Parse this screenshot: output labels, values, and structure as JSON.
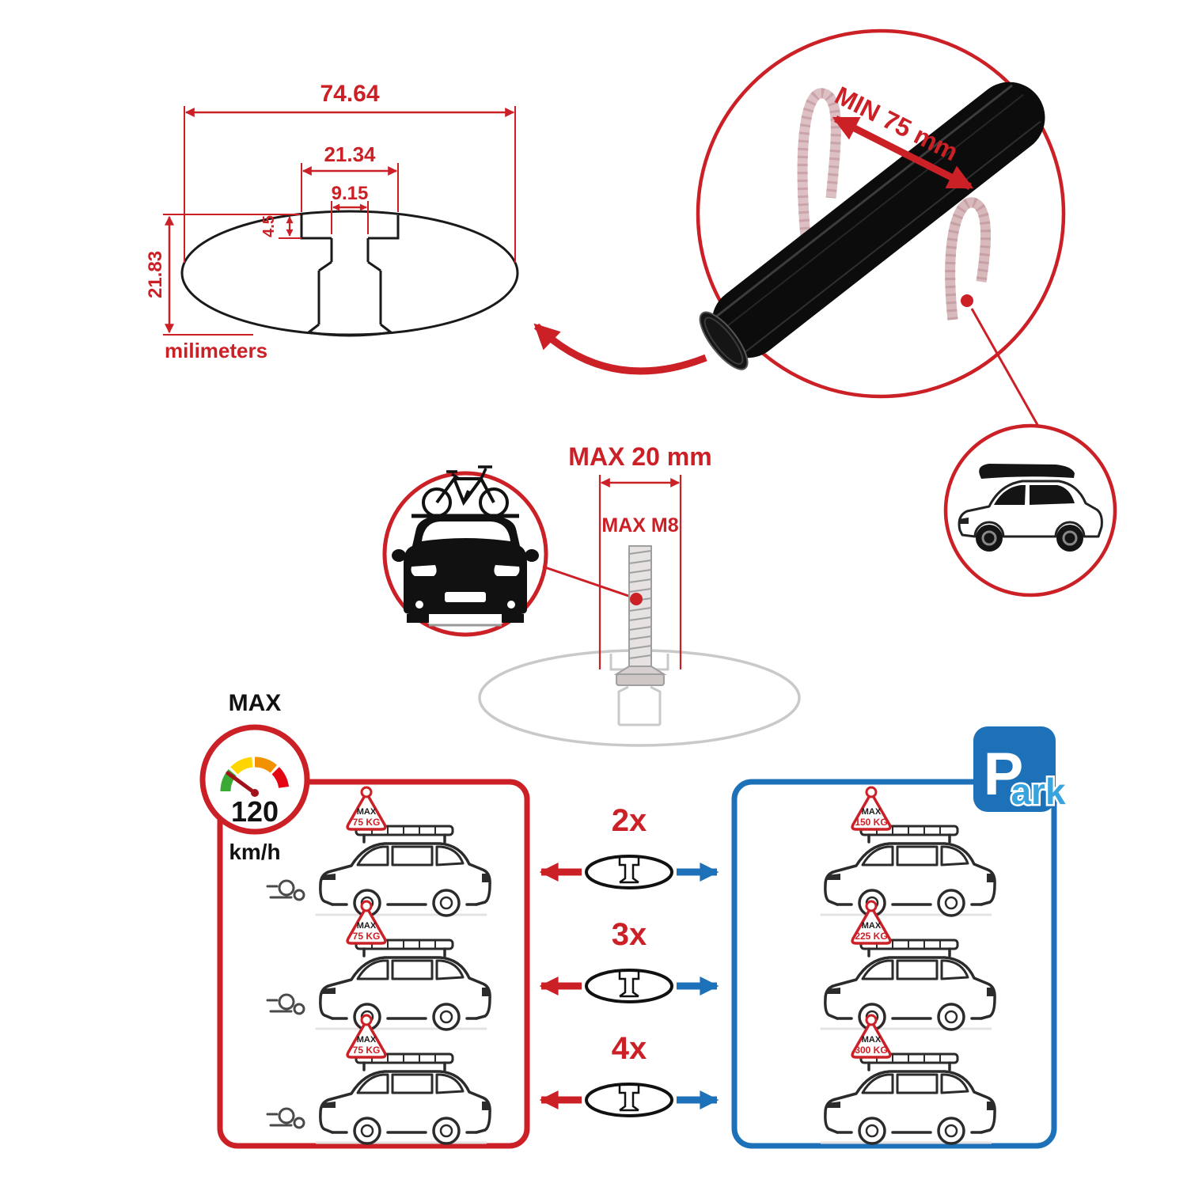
{
  "title": "Roof bar cross-section and load specification infographic",
  "dimension_diagram": {
    "width_total": "74.64",
    "channel_width": "21.34",
    "slot_width": "9.15",
    "slot_depth": "4.5",
    "profile_height": "21.83",
    "units_label": "milimeters"
  },
  "crossbar_inset": {
    "min_span_label": "MIN 75 mm"
  },
  "bolt_diagram": {
    "max_width_label": "MAX 20 mm",
    "max_thread_label": "MAX M8"
  },
  "speed_limit": {
    "heading": "MAX",
    "value": "120",
    "units": "km/h"
  },
  "park_sign": {
    "letter": "P",
    "suffix": "ark"
  },
  "bar_counts": [
    "2x",
    "3x",
    "4x"
  ],
  "driving_panel": {
    "cars": [
      {
        "load_label": "MAX",
        "load_value": "75 KG"
      },
      {
        "load_label": "MAX",
        "load_value": "75 KG"
      },
      {
        "load_label": "MAX",
        "load_value": "75 KG"
      }
    ]
  },
  "parked_panel": {
    "cars": [
      {
        "load_label": "MAX",
        "load_value": "150 KG"
      },
      {
        "load_label": "MAX",
        "load_value": "225 KG"
      },
      {
        "load_label": "MAX",
        "load_value": "300 KG"
      }
    ]
  },
  "colors": {
    "accent_red": "#cc2027",
    "park_blue": "#1d71b8",
    "park_light_blue": "#38a4de",
    "gauge_green": "#3aaa35",
    "gauge_yellow": "#ffd500",
    "gauge_orange": "#f39200",
    "gauge_red": "#e30613",
    "bar_black": "#0c0c0c",
    "faded_gray": "#c9c9c9"
  }
}
